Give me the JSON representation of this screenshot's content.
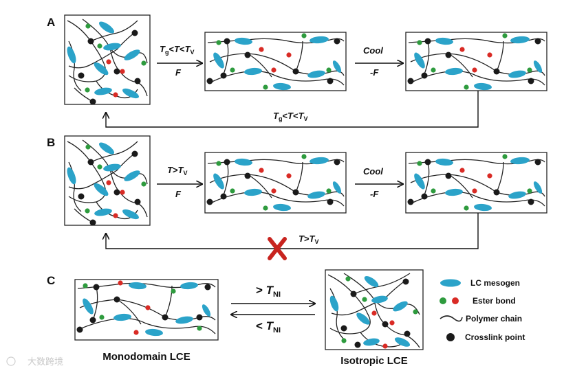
{
  "panels": {
    "a": "A",
    "b": "B",
    "c": "C"
  },
  "arrows": {
    "a_heat_base": "T",
    "a_heat_sub": "g",
    "a_heat_mid": "<",
    "a_heat_T": "T",
    "a_heat_lt": "<",
    "a_heat_T2": "T",
    "a_heat_sub2": "V",
    "a_force": "F",
    "a_cool": "Cool",
    "a_neg_force": "-F",
    "a_return_T": "T",
    "a_return_sub": "g",
    "a_return_lt": "<",
    "a_return_T2": "T",
    "a_return_lt2": "<",
    "a_return_T3": "T",
    "a_return_sub2": "V",
    "b_heat_T": "T",
    "b_heat_gt": ">",
    "b_heat_T2": "T",
    "b_heat_sub": "V",
    "b_force": "F",
    "b_cool": "Cool",
    "b_neg_force": "-F",
    "b_return_T": "T",
    "b_return_gt": ">",
    "b_return_T2": "T",
    "b_return_sub": "V",
    "c_forward_gt": "> ",
    "c_forward_T": "T",
    "c_forward_sub": "NI",
    "c_back_lt": "< ",
    "c_back_T": "T",
    "c_back_sub": "NI"
  },
  "captions": {
    "monodomain": "Monodomain LCE",
    "isotropic": "Isotropic LCE"
  },
  "legend": {
    "mesogen": "LC mesogen",
    "ester": "Ester bond",
    "chain": "Polymer chain",
    "crosslink": "Crosslink point"
  },
  "colors": {
    "mesogen": "#2ba3c9",
    "ester_green": "#2e9b3e",
    "ester_red": "#d92b25",
    "crosslink": "#1a1a1a",
    "blocked": "#c8241f"
  },
  "watermark": "大数跨境"
}
